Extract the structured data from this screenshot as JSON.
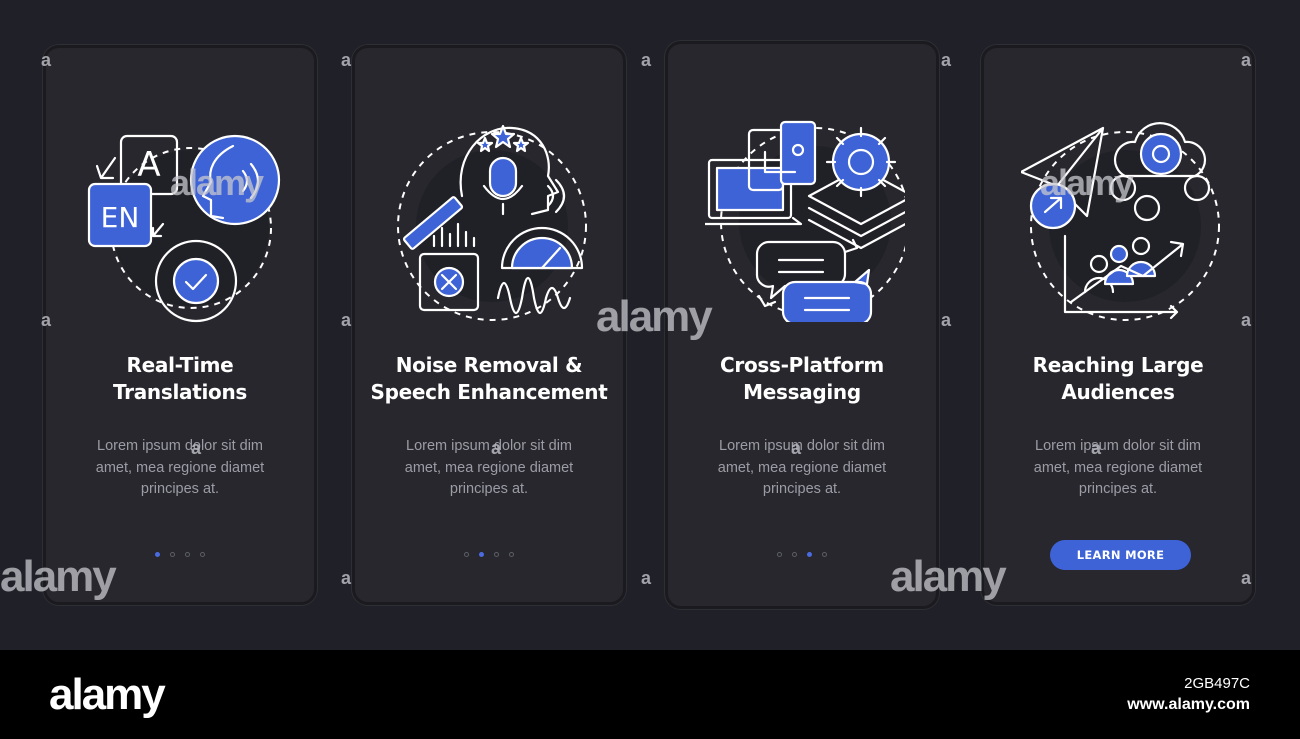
{
  "screens": [
    {
      "title_line1": "Real-Time",
      "title_line2": "Translations",
      "desc_line1": "Lorem ipsum dolor sit dim",
      "desc_line2": "amet, mea regione diamet",
      "desc_line3": "principes at.",
      "icon_label": "EN",
      "icon_letter": "A",
      "active_dot": 1
    },
    {
      "title_line1": "Noise Removal &",
      "title_line2": "Speech Enhancement",
      "desc_line1": "Lorem ipsum dolor sit dim",
      "desc_line2": "amet, mea regione diamet",
      "desc_line3": "principes at.",
      "active_dot": 2
    },
    {
      "title_line1": "Cross-Platform",
      "title_line2": "Messaging",
      "desc_line1": "Lorem ipsum dolor sit dim",
      "desc_line2": "amet, mea regione diamet",
      "desc_line3": "principes at.",
      "active_dot": 3
    },
    {
      "title_line1": "Reaching Large",
      "title_line2": "Audiences",
      "desc_line1": "Lorem ipsum dolor sit dim",
      "desc_line2": "amet, mea regione diamet",
      "desc_line3": "principes at.",
      "button_label": "LEARN MORE"
    }
  ],
  "watermark": {
    "small": "a",
    "big": "alamy"
  },
  "footer": {
    "logo": "alamy",
    "image_id": "2GB497C",
    "url": "www.alamy.com"
  },
  "colors": {
    "accent": "#3e63d6",
    "screen_bg": "#27272d",
    "page_bg": "#202028",
    "footer_bg": "#000000"
  }
}
